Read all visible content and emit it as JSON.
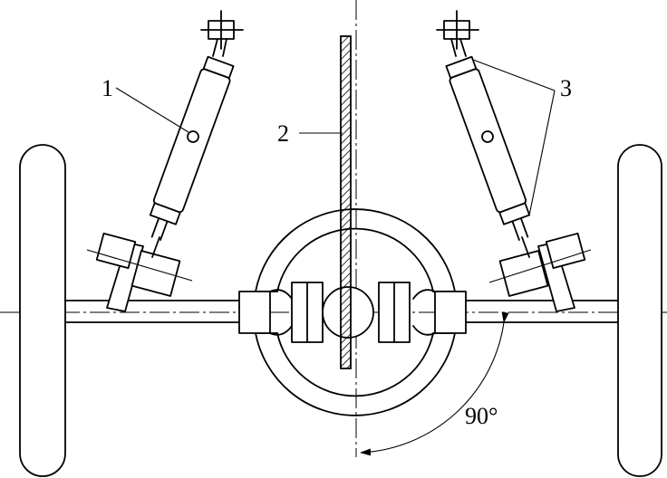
{
  "labels": {
    "part_1": "1",
    "part_2": "2",
    "part_3": "3",
    "angle": "90°"
  }
}
